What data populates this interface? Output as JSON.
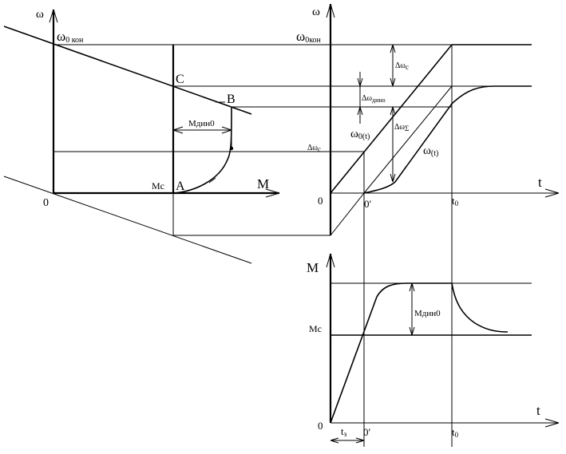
{
  "labels": {
    "omega_axis_left": "ω",
    "omega_axis_right": "ω",
    "omega0kon_left": "ω",
    "omega0kon_left_sub": "0 кон",
    "omega0kon_right": "ω",
    "omega0kon_right_sub": "0кон",
    "point_c": "C",
    "point_b": "B",
    "point_a": "A",
    "m_axis": "M",
    "mc_left": "Mc",
    "origin_left": "0",
    "mdyn_left": "Mдин0",
    "delta_omega_c_top": "Δω",
    "delta_omega_c_top_sub": "c",
    "delta_omega_dyn": "Δω",
    "delta_omega_dyn_sub": "дино",
    "delta_omega_sigma": "Δω",
    "delta_omega_sigma_sub": "Σ",
    "omega0t": "ω",
    "omega0t_sub": "0(t)",
    "delta_omega_c_side": "Δω",
    "delta_omega_c_side_sub": "c",
    "omega_t": "ω",
    "omega_t_sub": "(t)",
    "t_axis_top": "t",
    "origin_top": "0",
    "o_prime_top": "0′",
    "t0_top": "t",
    "t0_top_sub": "0",
    "m_axis_bottom": "M",
    "mc_bottom": "Mc",
    "mdyn_bottom": "Mдин0",
    "t_axis_bottom": "t",
    "origin_bottom": "0",
    "o_prime_bottom": "0′",
    "t0_bottom": "t",
    "t0_bottom_sub": "0",
    "tz": "t",
    "tz_sub": "з"
  }
}
